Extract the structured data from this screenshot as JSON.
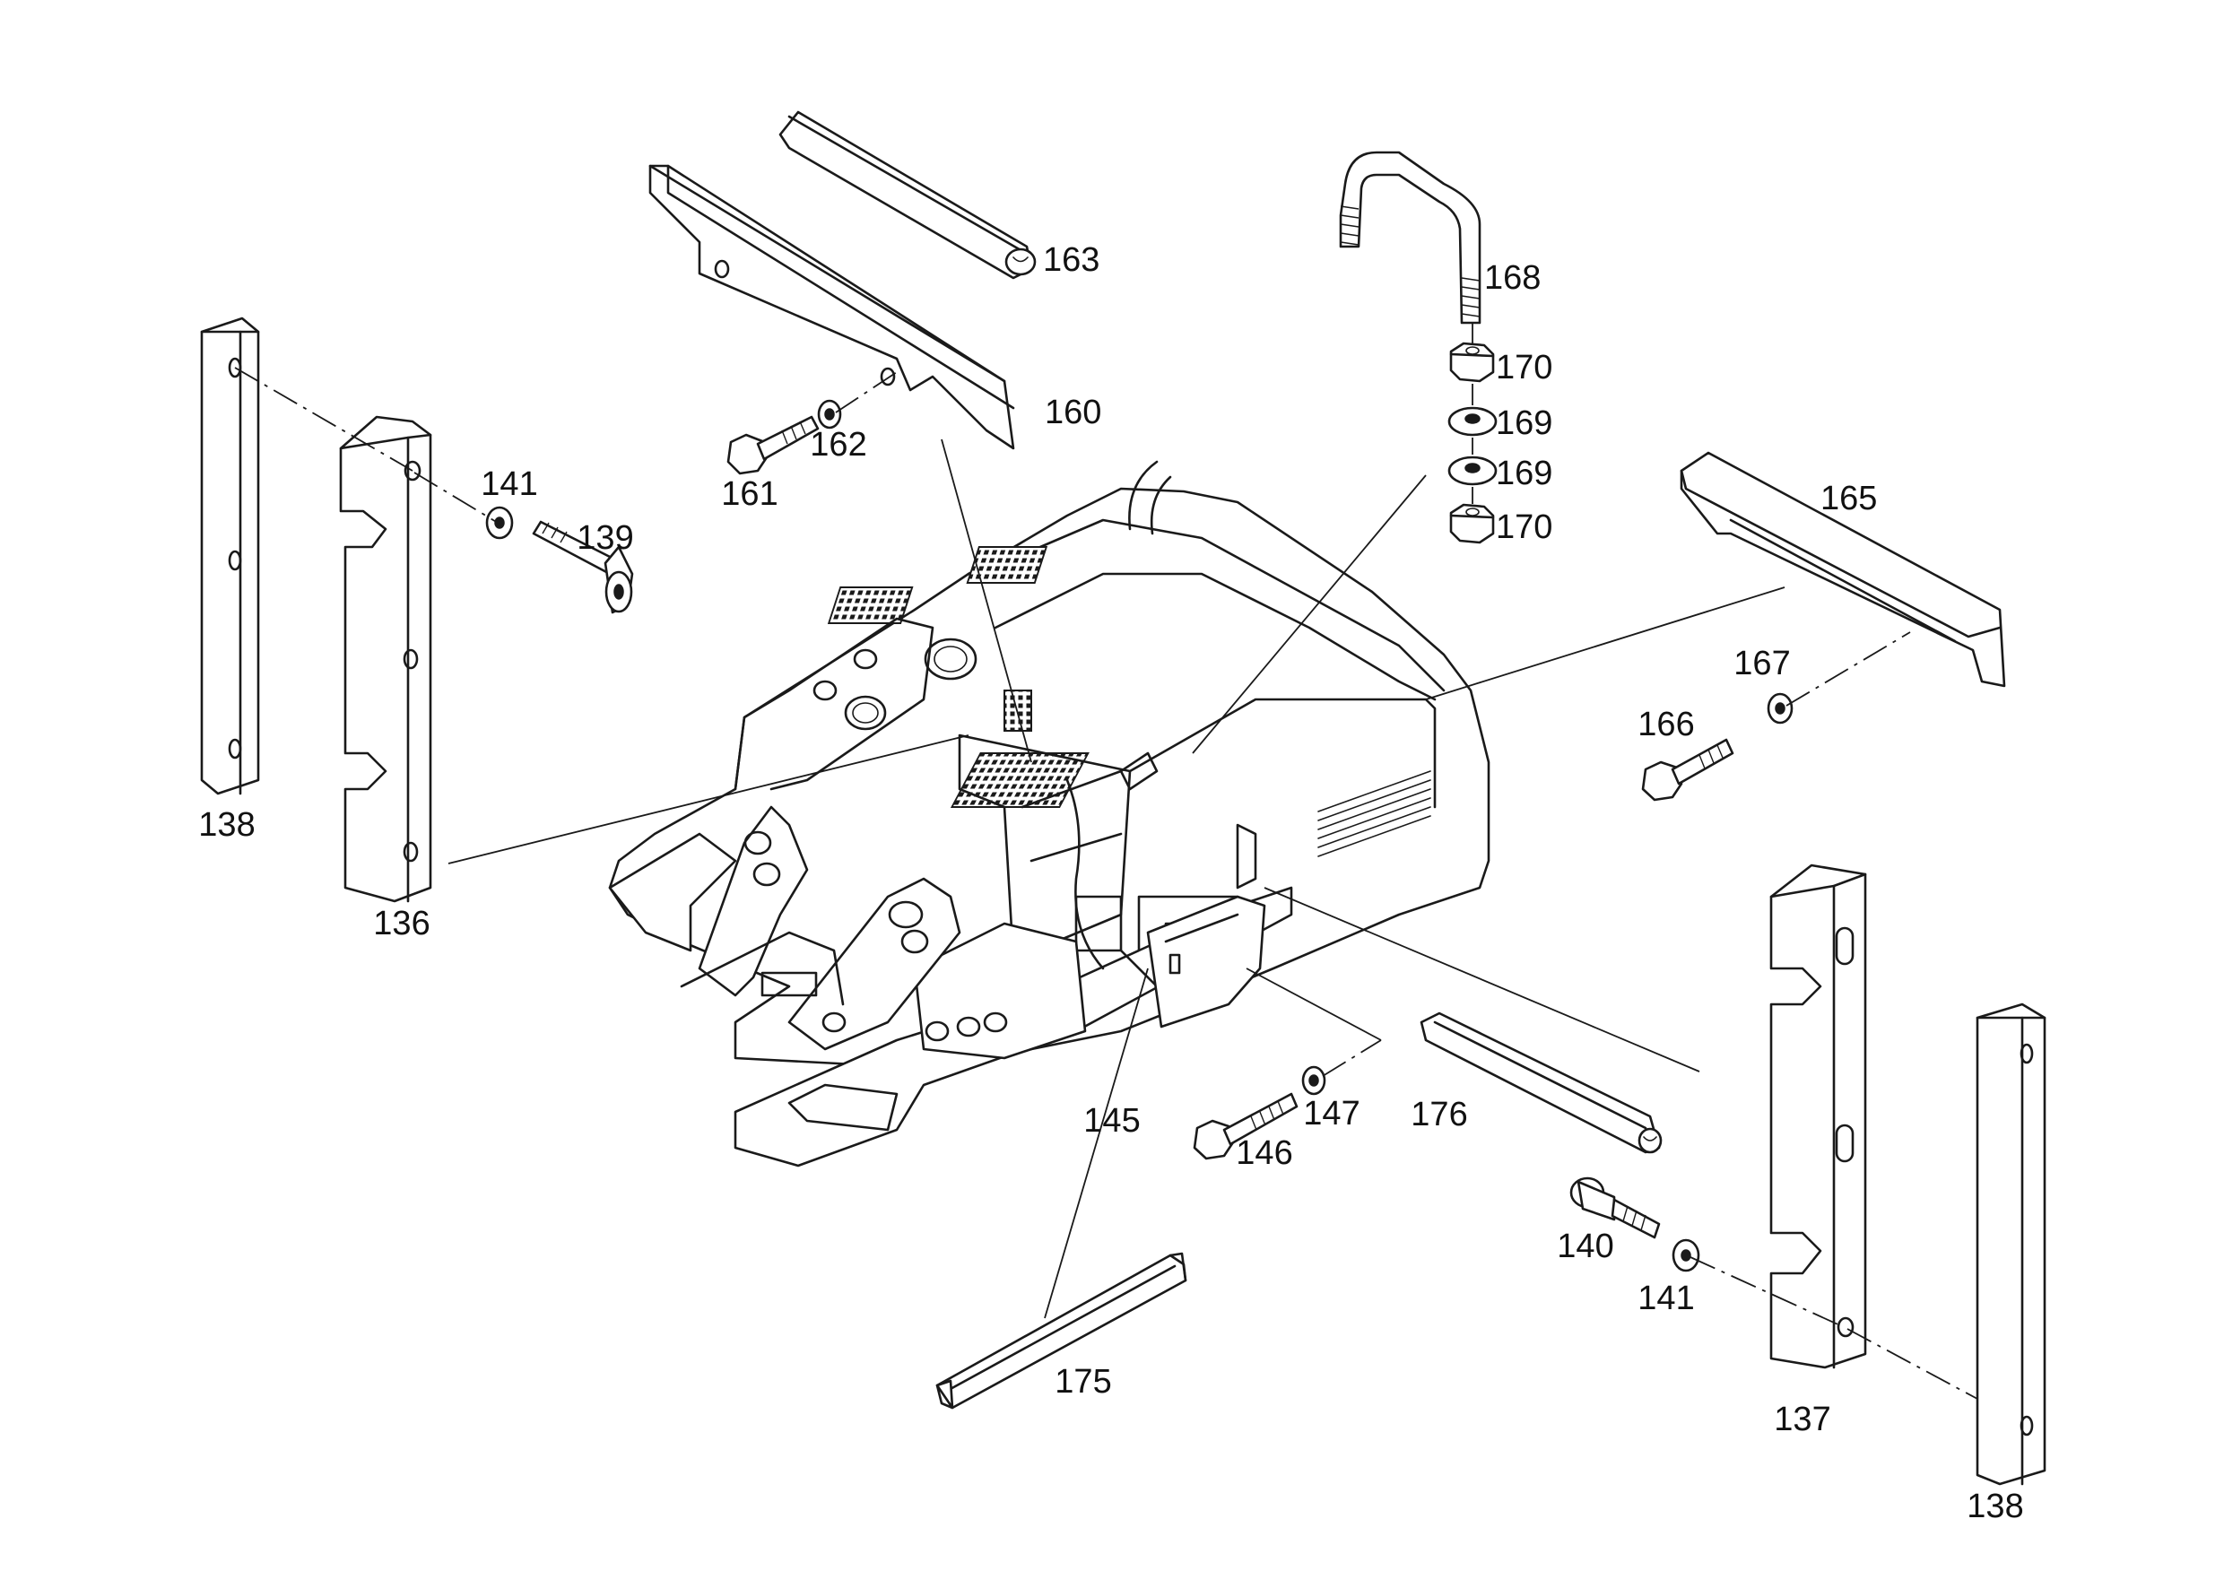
{
  "labels": {
    "p136": "136",
    "p137": "137",
    "p138_left": "138",
    "p138_right": "138",
    "p139": "139",
    "p140": "140",
    "p141_left": "141",
    "p141_right": "141",
    "p145": "145",
    "p146": "146",
    "p147": "147",
    "p160": "160",
    "p161": "161",
    "p162": "162",
    "p163": "163",
    "p165": "165",
    "p166": "166",
    "p167": "167",
    "p168": "168",
    "p169_upper": "169",
    "p169_lower": "169",
    "p170_upper": "170",
    "p170_lower": "170",
    "p175": "175",
    "p176": "176"
  },
  "colors": {
    "line": "#1a1a1a",
    "background": "#ffffff"
  }
}
